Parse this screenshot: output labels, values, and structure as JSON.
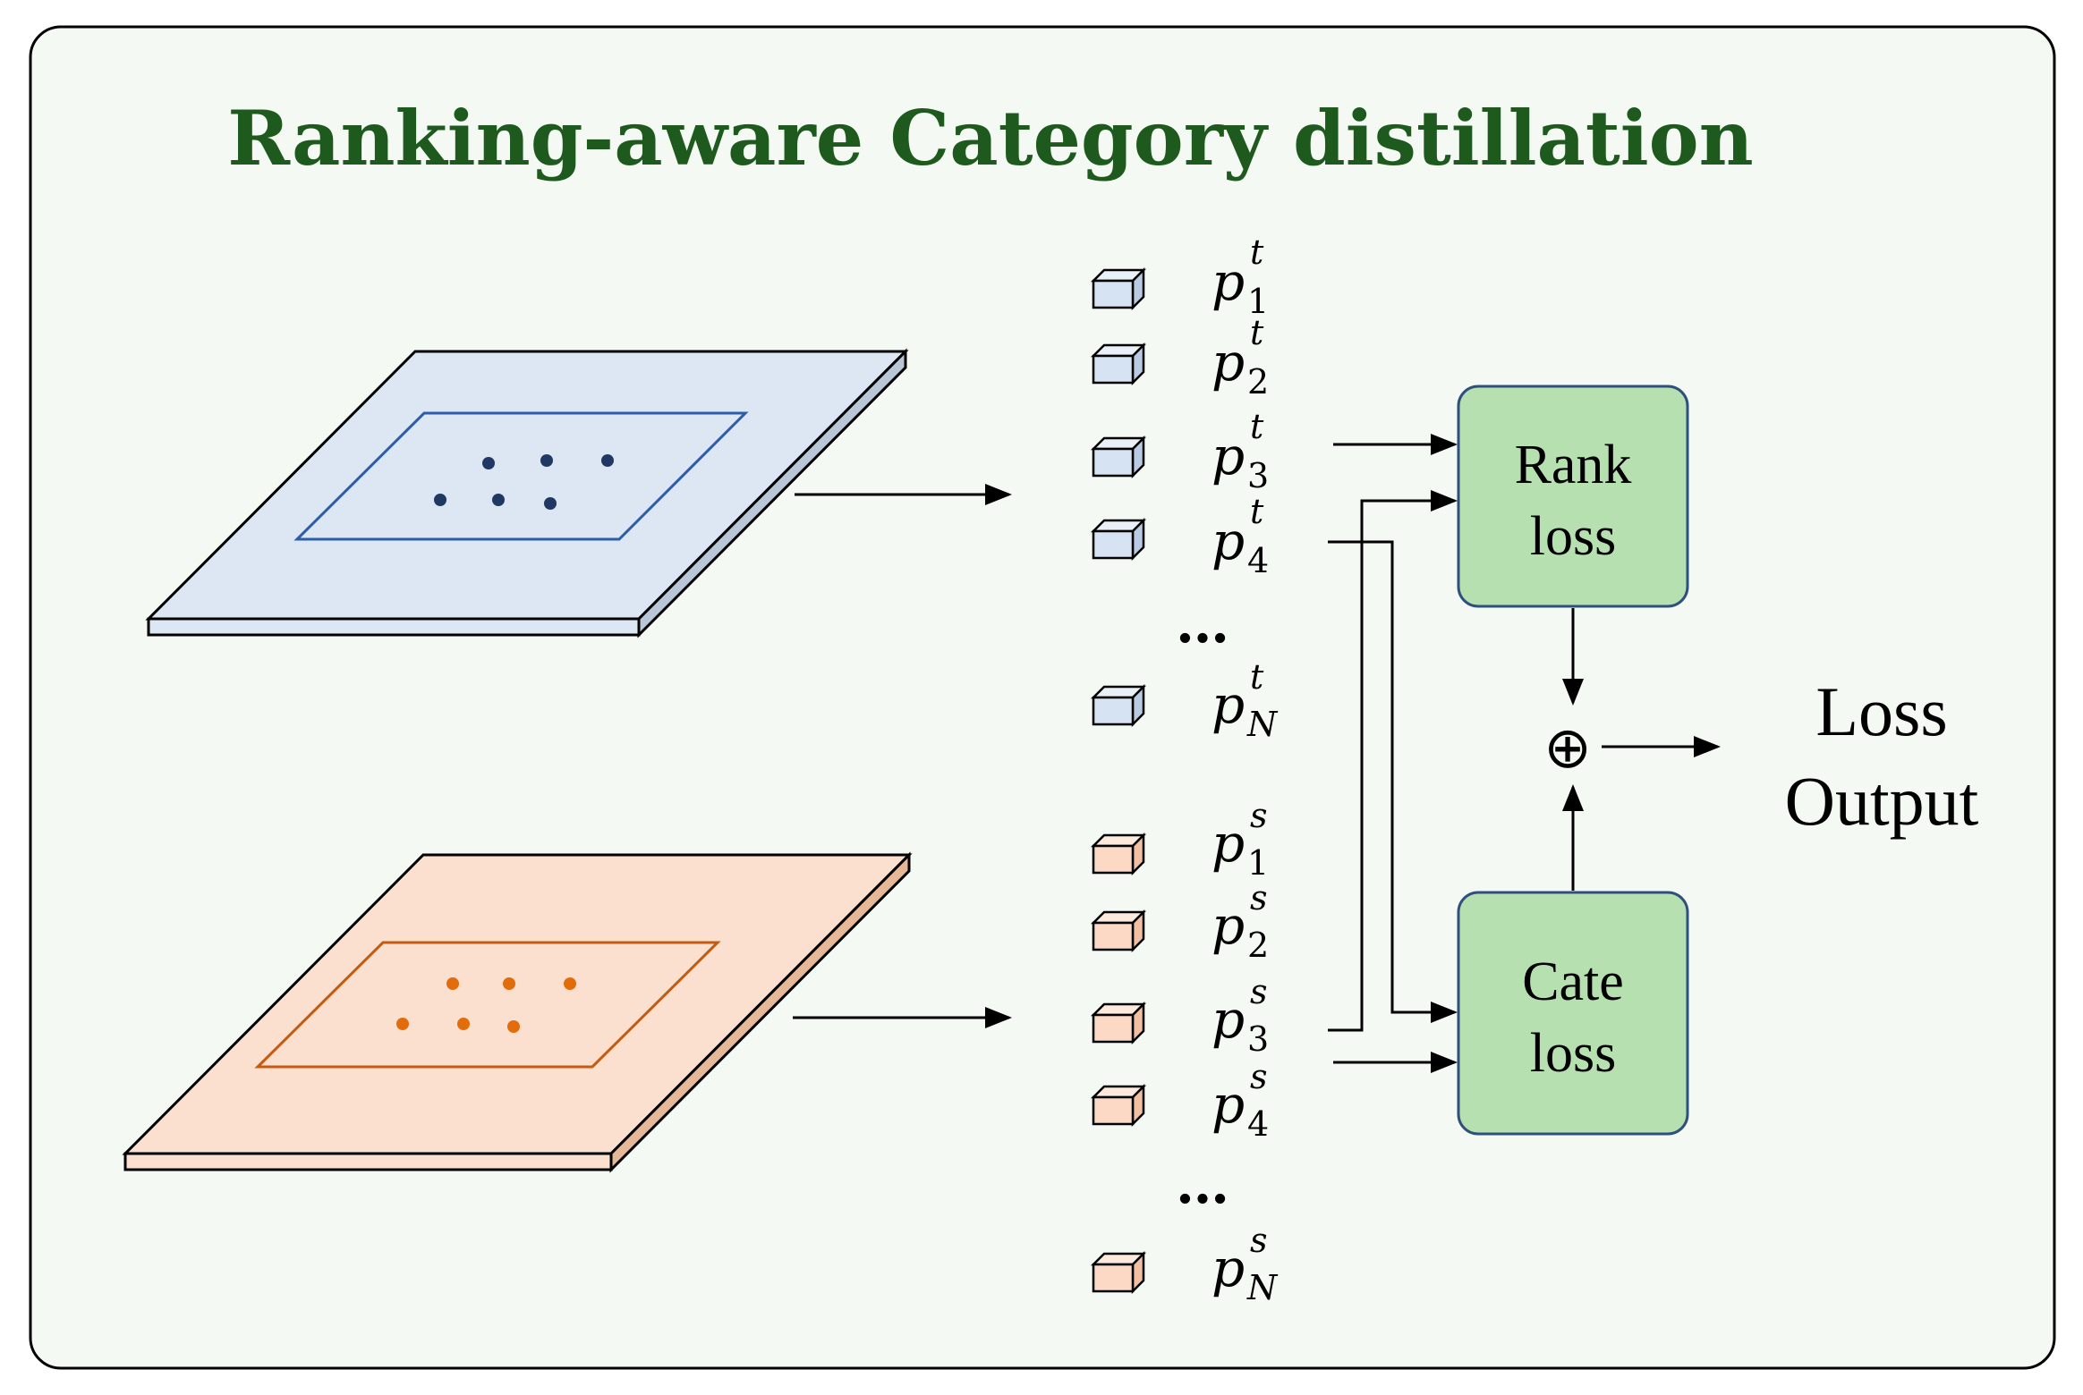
{
  "title": "Ranking-aware Category distillation",
  "teacher_features": {
    "fill": "#dde7f3",
    "dot_color": "#1f3864",
    "cube_fill": "#d5e3f3",
    "items": [
      {
        "base": "p",
        "sub": "1",
        "sup": "t"
      },
      {
        "base": "p",
        "sub": "2",
        "sup": "t"
      },
      {
        "base": "p",
        "sub": "3",
        "sup": "t"
      },
      {
        "base": "p",
        "sub": "4",
        "sup": "t"
      },
      {
        "base": "p",
        "sub": "N",
        "sup": "t"
      }
    ],
    "ellipsis": "…"
  },
  "student_features": {
    "fill": "#fbe0cf",
    "dot_color": "#e36c0a",
    "cube_fill": "#fbd9c5",
    "items": [
      {
        "base": "p",
        "sub": "1",
        "sup": "s"
      },
      {
        "base": "p",
        "sub": "2",
        "sup": "s"
      },
      {
        "base": "p",
        "sub": "3",
        "sup": "s"
      },
      {
        "base": "p",
        "sub": "4",
        "sup": "s"
      },
      {
        "base": "p",
        "sub": "N",
        "sup": "s"
      }
    ],
    "ellipsis": "…"
  },
  "rank_loss": {
    "line1": "Rank",
    "line2": "loss"
  },
  "cate_loss": {
    "line1": "Cate",
    "line2": "loss"
  },
  "sum_symbol": "⊕",
  "output": {
    "line1": "Loss",
    "line2": "Output"
  },
  "colors": {
    "background": "#f5f9f4",
    "title": "#1e5a1e",
    "loss_box_fill": "#b6e0b0",
    "loss_box_stroke": "#2f4f7f",
    "line": "#000000"
  }
}
